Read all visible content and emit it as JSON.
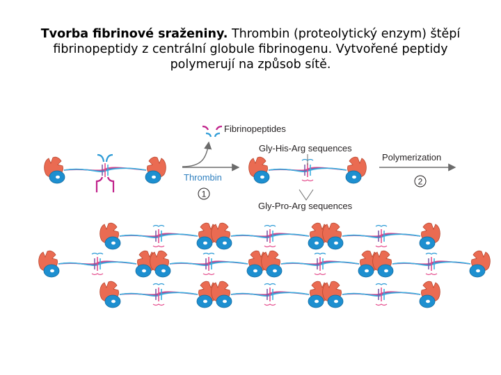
{
  "caption": {
    "bold": "Tvorba fibrinové sraženiny.",
    "rest": " Thrombin (proteolytický enzym) štěpí fibrinopeptidy z centrální globule fibrinogenu. Vytvořené peptidy polymerují na způsob sítě."
  },
  "diagram": {
    "fibrinopeptides_label": "Fibrinopeptides",
    "thrombin_label": "Thrombin",
    "step1": "1",
    "gly_his_label": "Gly-His-Arg sequences",
    "gly_pro_label": "Gly-Pro-Arg sequences",
    "polymerization_label": "Polymerization",
    "step2": "2"
  },
  "colors": {
    "d_domain": "#ea6b52",
    "d_domain_ring": "#b9472f",
    "blue_domain": "#1d8fd0",
    "blue_domain_ring": "#136a9f",
    "chain_pink": "#e44c8c",
    "chain_purple": "#7d5aa6",
    "chain_cyan": "#3aaedf",
    "peptide_magenta": "#c0218a",
    "peptide_blue": "#2d9bd6",
    "arrow": "#6b6b6b"
  }
}
